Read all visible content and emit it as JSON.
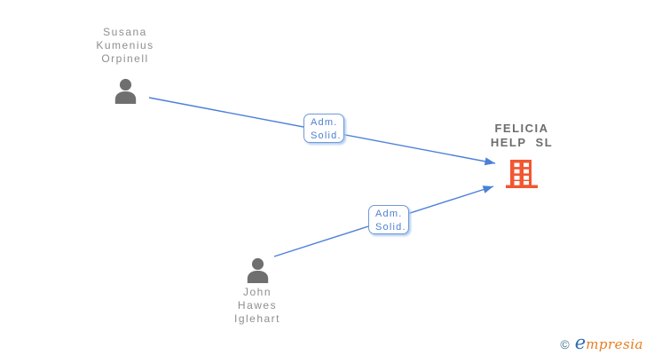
{
  "diagram": {
    "people": [
      {
        "id": "susana",
        "lines": [
          "Susana",
          "Kumenius",
          "Orpinell"
        ]
      },
      {
        "id": "john",
        "lines": [
          "John",
          "Hawes",
          "Iglehart"
        ]
      }
    ],
    "company": {
      "lines": [
        "FELICIA",
        "HELP  SL"
      ]
    },
    "edges": [
      {
        "from": "susana",
        "to": "company",
        "label_lines": [
          "Adm.",
          "Solid."
        ]
      },
      {
        "from": "john",
        "to": "company",
        "label_lines": [
          "Adm.",
          "Solid."
        ]
      }
    ],
    "colors": {
      "edge_blue": "#4c80d8",
      "edge_label_text_blue": "#4e7fd0",
      "edge_label_border_blue": "#6f9ad8",
      "person_icon_gray": "#6f6f6f",
      "person_name_gray": "#8e8e8e",
      "company_name_gray": "#6d6d6d",
      "building_orange": "#f25730",
      "logo_copyright_teal": "#45788e",
      "logo_e_blue": "#2e6cb2",
      "logo_text_orange": "#e87c1e",
      "background": "#ffffff"
    },
    "watermark": {
      "copyright": "©",
      "brand_initial": "e",
      "brand_rest": "mpresia"
    }
  }
}
